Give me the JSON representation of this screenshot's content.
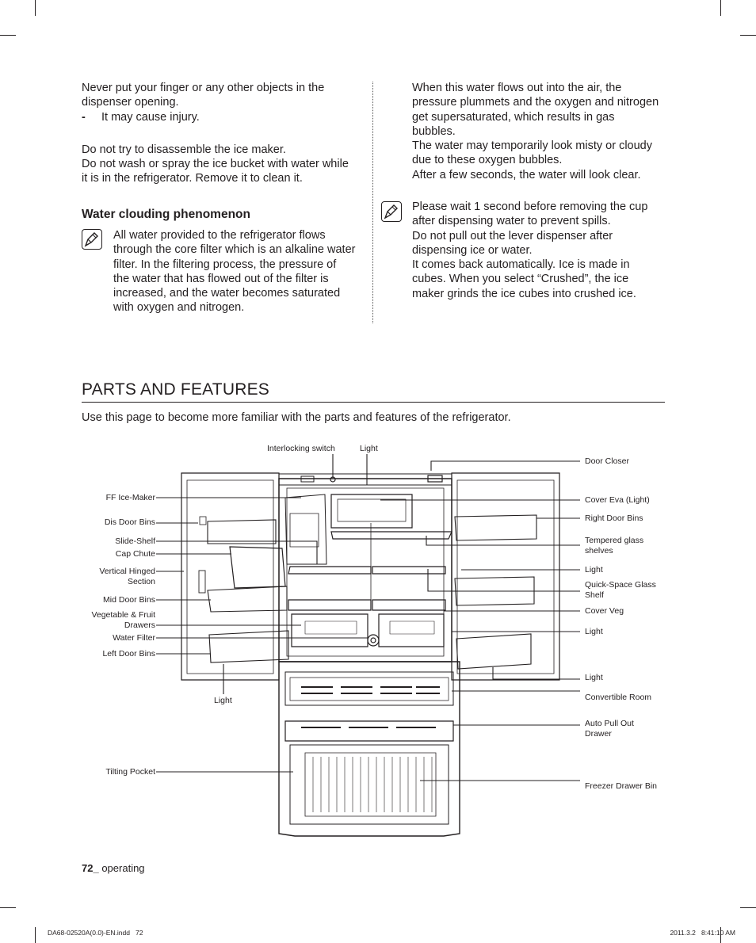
{
  "left_col": {
    "p1_line1": "Never put your finger or any other objects in the",
    "p1_line2": "dispenser opening.",
    "bullet_dash": "-",
    "bullet": "It may cause injury.",
    "p2_line1": "Do not try to disassemble the ice maker.",
    "p2_line2": "Do not wash or spray the ice bucket with water while",
    "p2_line3": "it is in the refrigerator. Remove it to clean it.",
    "heading": "Water clouding phenomenon",
    "note_lines": [
      "All water provided to the refrigerator flows",
      "through the core filter which is an alkaline water",
      "filter. In the filtering process, the pressure of",
      "the water that has flowed out of the filter is",
      "increased, and the water becomes saturated",
      "with oxygen and nitrogen."
    ]
  },
  "right_col": {
    "p1_lines": [
      "When this water flows out into the air, the",
      "pressure plummets and the oxygen and nitrogen",
      "get supersaturated, which results in gas",
      "bubbles.",
      "The water may temporarily look misty or cloudy",
      "due to these oxygen bubbles.",
      "After a few seconds, the water will look clear."
    ],
    "note_lines": [
      "Please wait 1 second before removing the cup",
      "after dispensing water to prevent spills.",
      "Do not pull out the lever dispenser after",
      "dispensing ice or water.",
      "It comes back automatically. Ice is made in",
      "cubes. When you select “Crushed”, the ice",
      "maker grinds the ice cubes into crushed ice."
    ]
  },
  "section": {
    "title": "PARTS AND FEATURES",
    "intro": "Use this page to become more familiar with the parts and features of the refrigerator."
  },
  "diagram": {
    "top_labels": {
      "interlocking_switch": "Interlocking switch",
      "light": "Light"
    },
    "left_labels": {
      "ff_ice_maker": "FF Ice-Maker",
      "dis_door_bins": "Dis Door Bins",
      "slide_shelf": "Slide-Shelf",
      "cap_chute": "Cap Chute",
      "vertical_hinged_1": "Vertical Hinged",
      "vertical_hinged_2": "Section",
      "mid_door_bins": "Mid Door Bins",
      "veg_fruit_1": "Vegetable & Fruit",
      "veg_fruit_2": "Drawers",
      "water_filter": "Water Filter",
      "left_door_bins": "Left Door Bins",
      "light_bottom": "Light",
      "tilting_pocket": "Tilting Pocket"
    },
    "right_labels": {
      "door_closer": "Door Closer",
      "cover_eva": "Cover Eva (Light)",
      "right_door_bins": "Right Door Bins",
      "tempered_glass_1": "Tempered glass",
      "tempered_glass_2": "shelves",
      "light_1": "Light",
      "quick_space_1": "Quick-Space Glass",
      "quick_space_2": "Shelf",
      "cover_veg": "Cover Veg",
      "light_2": "Light",
      "light_3": "Light",
      "convertible_room": "Convertible Room",
      "auto_pull_1": "Auto Pull Out",
      "auto_pull_2": "Drawer",
      "freezer_drawer_bin": "Freezer Drawer Bin"
    }
  },
  "footer": {
    "page_number": "72_",
    "section_name": "operating",
    "file_info": "DA68-02520A(0.0)-EN.indd   72",
    "timestamp": "2011.3.2   8:41:10 AM"
  }
}
